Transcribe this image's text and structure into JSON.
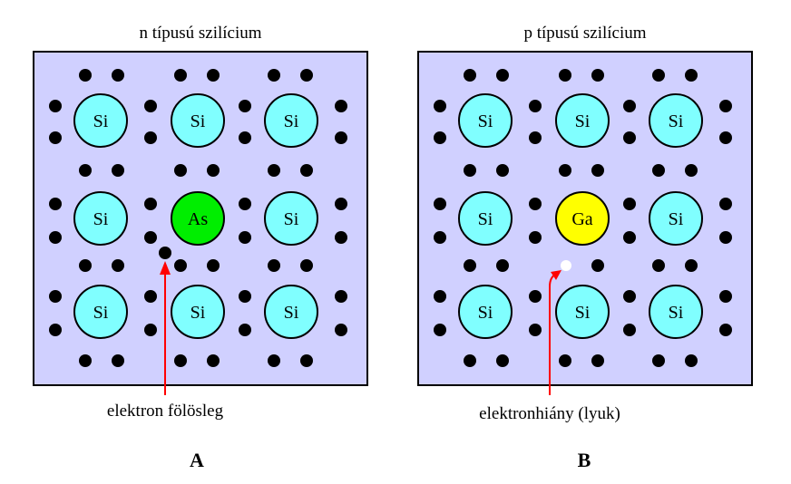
{
  "panels": [
    {
      "title": "n típusú szilícium",
      "letter": "A",
      "caption": "elektron fölösleg",
      "atoms": [
        [
          "Si",
          "Si",
          "Si"
        ],
        [
          "Si",
          "As",
          "Si"
        ],
        [
          "Si",
          "Si",
          "Si"
        ]
      ],
      "dopant_color": "#00ee00",
      "defect": "extra-electron"
    },
    {
      "title": "p típusú szilícium",
      "letter": "B",
      "caption": "elektronhiány (lyuk)",
      "atoms": [
        [
          "Si",
          "Si",
          "Si"
        ],
        [
          "Si",
          "Ga",
          "Si"
        ],
        [
          "Si",
          "Si",
          "Si"
        ]
      ],
      "dopant_color": "#ffff00",
      "defect": "hole"
    }
  ],
  "colors": {
    "si": "#80ffff",
    "background": "#d0d0ff",
    "arrow": "#ff0000"
  }
}
